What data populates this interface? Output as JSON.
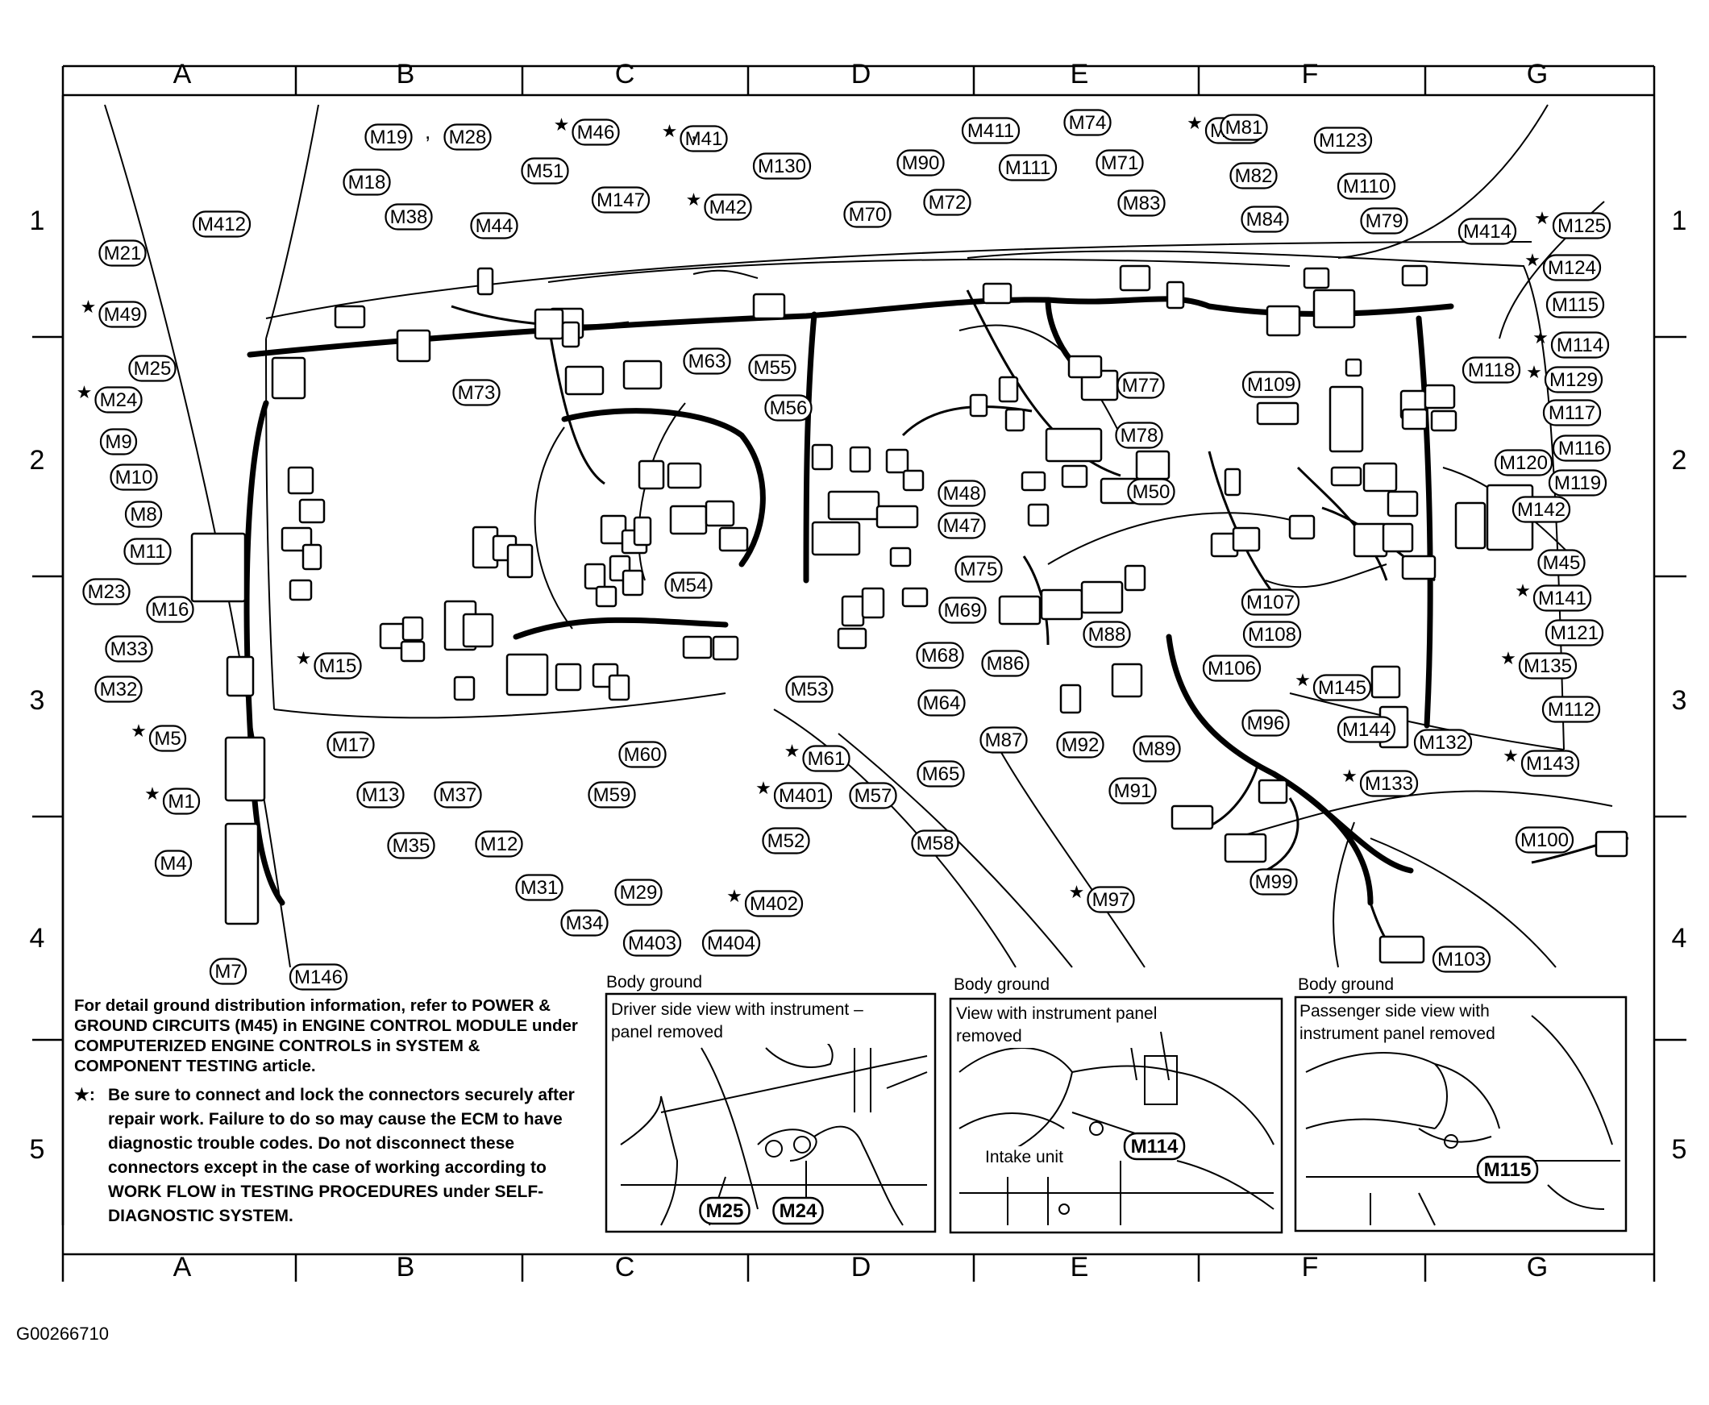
{
  "grid": {
    "columns": [
      "A",
      "B",
      "C",
      "D",
      "E",
      "F",
      "G"
    ],
    "rows": [
      "1",
      "2",
      "3",
      "4",
      "5"
    ]
  },
  "connectors": [
    {
      "label": "M19",
      "star": false
    },
    {
      "label": "M28",
      "star": false
    },
    {
      "label": "M46",
      "star": true
    },
    {
      "label": "M41",
      "star": true
    },
    {
      "label": "M130",
      "star": false
    },
    {
      "label": "M90",
      "star": false
    },
    {
      "label": "M411",
      "star": false
    },
    {
      "label": "M74",
      "star": false
    },
    {
      "label": "M128",
      "star": true
    },
    {
      "label": "M81",
      "star": false
    },
    {
      "label": "M123",
      "star": false
    },
    {
      "label": "M18",
      "star": false
    },
    {
      "label": "M51",
      "star": false
    },
    {
      "label": "M147",
      "star": false
    },
    {
      "label": "M42",
      "star": true
    },
    {
      "label": "M70",
      "star": false
    },
    {
      "label": "M72",
      "star": false
    },
    {
      "label": "M111",
      "star": false
    },
    {
      "label": "M71",
      "star": false
    },
    {
      "label": "M82",
      "star": false
    },
    {
      "label": "M110",
      "star": false
    },
    {
      "label": "M38",
      "star": false
    },
    {
      "label": "M44",
      "star": false
    },
    {
      "label": "M83",
      "star": false
    },
    {
      "label": "M84",
      "star": false
    },
    {
      "label": "M79",
      "star": false
    },
    {
      "label": "M414",
      "star": false
    },
    {
      "label": "M125",
      "star": true
    },
    {
      "label": "M412",
      "star": false
    },
    {
      "label": "M21",
      "star": false
    },
    {
      "label": "M124",
      "star": true
    },
    {
      "label": "M49",
      "star": true
    },
    {
      "label": "M115",
      "star": false
    },
    {
      "label": "M114",
      "star": true
    },
    {
      "label": "M25",
      "star": false
    },
    {
      "label": "M63",
      "star": false
    },
    {
      "label": "M55",
      "star": false
    },
    {
      "label": "M118",
      "star": false
    },
    {
      "label": "M129",
      "star": true
    },
    {
      "label": "M24",
      "star": true
    },
    {
      "label": "M73",
      "star": false
    },
    {
      "label": "M77",
      "star": false
    },
    {
      "label": "M109",
      "star": false
    },
    {
      "label": "M56",
      "star": false
    },
    {
      "label": "M117",
      "star": false
    },
    {
      "label": "M9",
      "star": false
    },
    {
      "label": "M78",
      "star": false
    },
    {
      "label": "M116",
      "star": false
    },
    {
      "label": "M10",
      "star": false
    },
    {
      "label": "M120",
      "star": false
    },
    {
      "label": "M48",
      "star": false
    },
    {
      "label": "M50",
      "star": false
    },
    {
      "label": "M119",
      "star": false
    },
    {
      "label": "M8",
      "star": false
    },
    {
      "label": "M47",
      "star": false
    },
    {
      "label": "M142",
      "star": false
    },
    {
      "label": "M11",
      "star": false
    },
    {
      "label": "M75",
      "star": false
    },
    {
      "label": "M45",
      "star": false
    },
    {
      "label": "M54",
      "star": false
    },
    {
      "label": "M23",
      "star": false
    },
    {
      "label": "M141",
      "star": true
    },
    {
      "label": "M16",
      "star": false
    },
    {
      "label": "M69",
      "star": false
    },
    {
      "label": "M107",
      "star": false
    },
    {
      "label": "M121",
      "star": false
    },
    {
      "label": "M33",
      "star": false
    },
    {
      "label": "M108",
      "star": false
    },
    {
      "label": "M88",
      "star": false
    },
    {
      "label": "M68",
      "star": false
    },
    {
      "label": "M135",
      "star": true
    },
    {
      "label": "M15",
      "star": true
    },
    {
      "label": "M86",
      "star": false
    },
    {
      "label": "M106",
      "star": false
    },
    {
      "label": "M145",
      "star": true
    },
    {
      "label": "M32",
      "star": false
    },
    {
      "label": "M53",
      "star": false
    },
    {
      "label": "M64",
      "star": false
    },
    {
      "label": "M112",
      "star": false
    },
    {
      "label": "M96",
      "star": false
    },
    {
      "label": "M5",
      "star": true
    },
    {
      "label": "M144",
      "star": false
    },
    {
      "label": "M17",
      "star": false
    },
    {
      "label": "M87",
      "star": false
    },
    {
      "label": "M92",
      "star": false
    },
    {
      "label": "M89",
      "star": false
    },
    {
      "label": "M132",
      "star": false
    },
    {
      "label": "M143",
      "star": true
    },
    {
      "label": "M60",
      "star": false
    },
    {
      "label": "M61",
      "star": true
    },
    {
      "label": "M133",
      "star": true
    },
    {
      "label": "M65",
      "star": false
    },
    {
      "label": "M13",
      "star": false
    },
    {
      "label": "M37",
      "star": false
    },
    {
      "label": "M59",
      "star": false
    },
    {
      "label": "M401",
      "star": true
    },
    {
      "label": "M57",
      "star": false
    },
    {
      "label": "M91",
      "star": false
    },
    {
      "label": "M1",
      "star": true
    },
    {
      "label": "M35",
      "star": false
    },
    {
      "label": "M12",
      "star": false
    },
    {
      "label": "M52",
      "star": false
    },
    {
      "label": "M58",
      "star": false
    },
    {
      "label": "M100",
      "star": false
    },
    {
      "label": "M4",
      "star": false
    },
    {
      "label": "M99",
      "star": false
    },
    {
      "label": "M31",
      "star": false
    },
    {
      "label": "M29",
      "star": false
    },
    {
      "label": "M402",
      "star": true
    },
    {
      "label": "M97",
      "star": true
    },
    {
      "label": "M34",
      "star": false
    },
    {
      "label": "M403",
      "star": false
    },
    {
      "label": "M404",
      "star": false
    },
    {
      "label": "M103",
      "star": false
    },
    {
      "label": "M7",
      "star": false
    },
    {
      "label": "M146",
      "star": false
    }
  ],
  "insets": [
    {
      "title": "Body ground",
      "caption": "Driver side view with instrument –\npanel removed",
      "labels": [
        "M25",
        "M24"
      ]
    },
    {
      "title": "Body ground",
      "caption": "View with instrument panel\nremoved",
      "sublabel": "Intake unit",
      "labels": [
        "M114"
      ]
    },
    {
      "title": "Body ground",
      "caption": "Passenger side view with\ninstrument panel removed",
      "labels": [
        "M115"
      ]
    }
  ],
  "notes": {
    "ground_info": "For detail ground distribution information, refer to POWER & GROUND CIRCUITS (M45) in ENGINE CONTROL MODULE under COMPUTERIZED ENGINE CONTROLS in SYSTEM & COMPONENT TESTING article.",
    "star_symbol": "★:",
    "star_info": "Be sure to connect and lock the connectors securely after repair work. Failure to do so may cause the ECM to have diagnostic trouble codes. Do not disconnect these connectors except in the case of working according to WORK FLOW in TESTING PROCEDURES under SELF-DIAGNOSTIC SYSTEM."
  },
  "figure_code": "G00266710"
}
